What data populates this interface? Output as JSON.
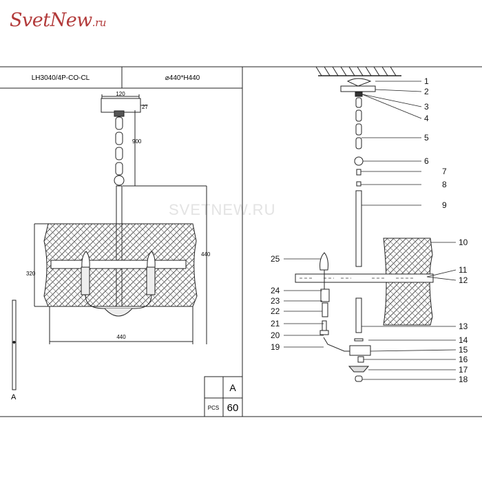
{
  "logo": {
    "brand": "SvetNew",
    "domain": ".ru",
    "color": "#b23a3a"
  },
  "watermark": "SVETNEW.RU",
  "header": {
    "model": "LH3040/4P-CO-CL",
    "size": "⌀440*H440"
  },
  "dimensions": {
    "canopy_width": "120",
    "canopy_height": "27",
    "chain_length": "900",
    "shade_height": "440",
    "body_height": "320",
    "overall_width": "440"
  },
  "views": {
    "side_label": "A"
  },
  "table": {
    "letter": "A",
    "pcs_label": "PCS",
    "pcs_value": "60"
  },
  "callouts": [
    "1",
    "2",
    "3",
    "4",
    "5",
    "6",
    "7",
    "8",
    "9",
    "10",
    "11",
    "12",
    "13",
    "14",
    "15",
    "16",
    "17",
    "18",
    "19",
    "20",
    "21",
    "22",
    "23",
    "24",
    "25"
  ]
}
